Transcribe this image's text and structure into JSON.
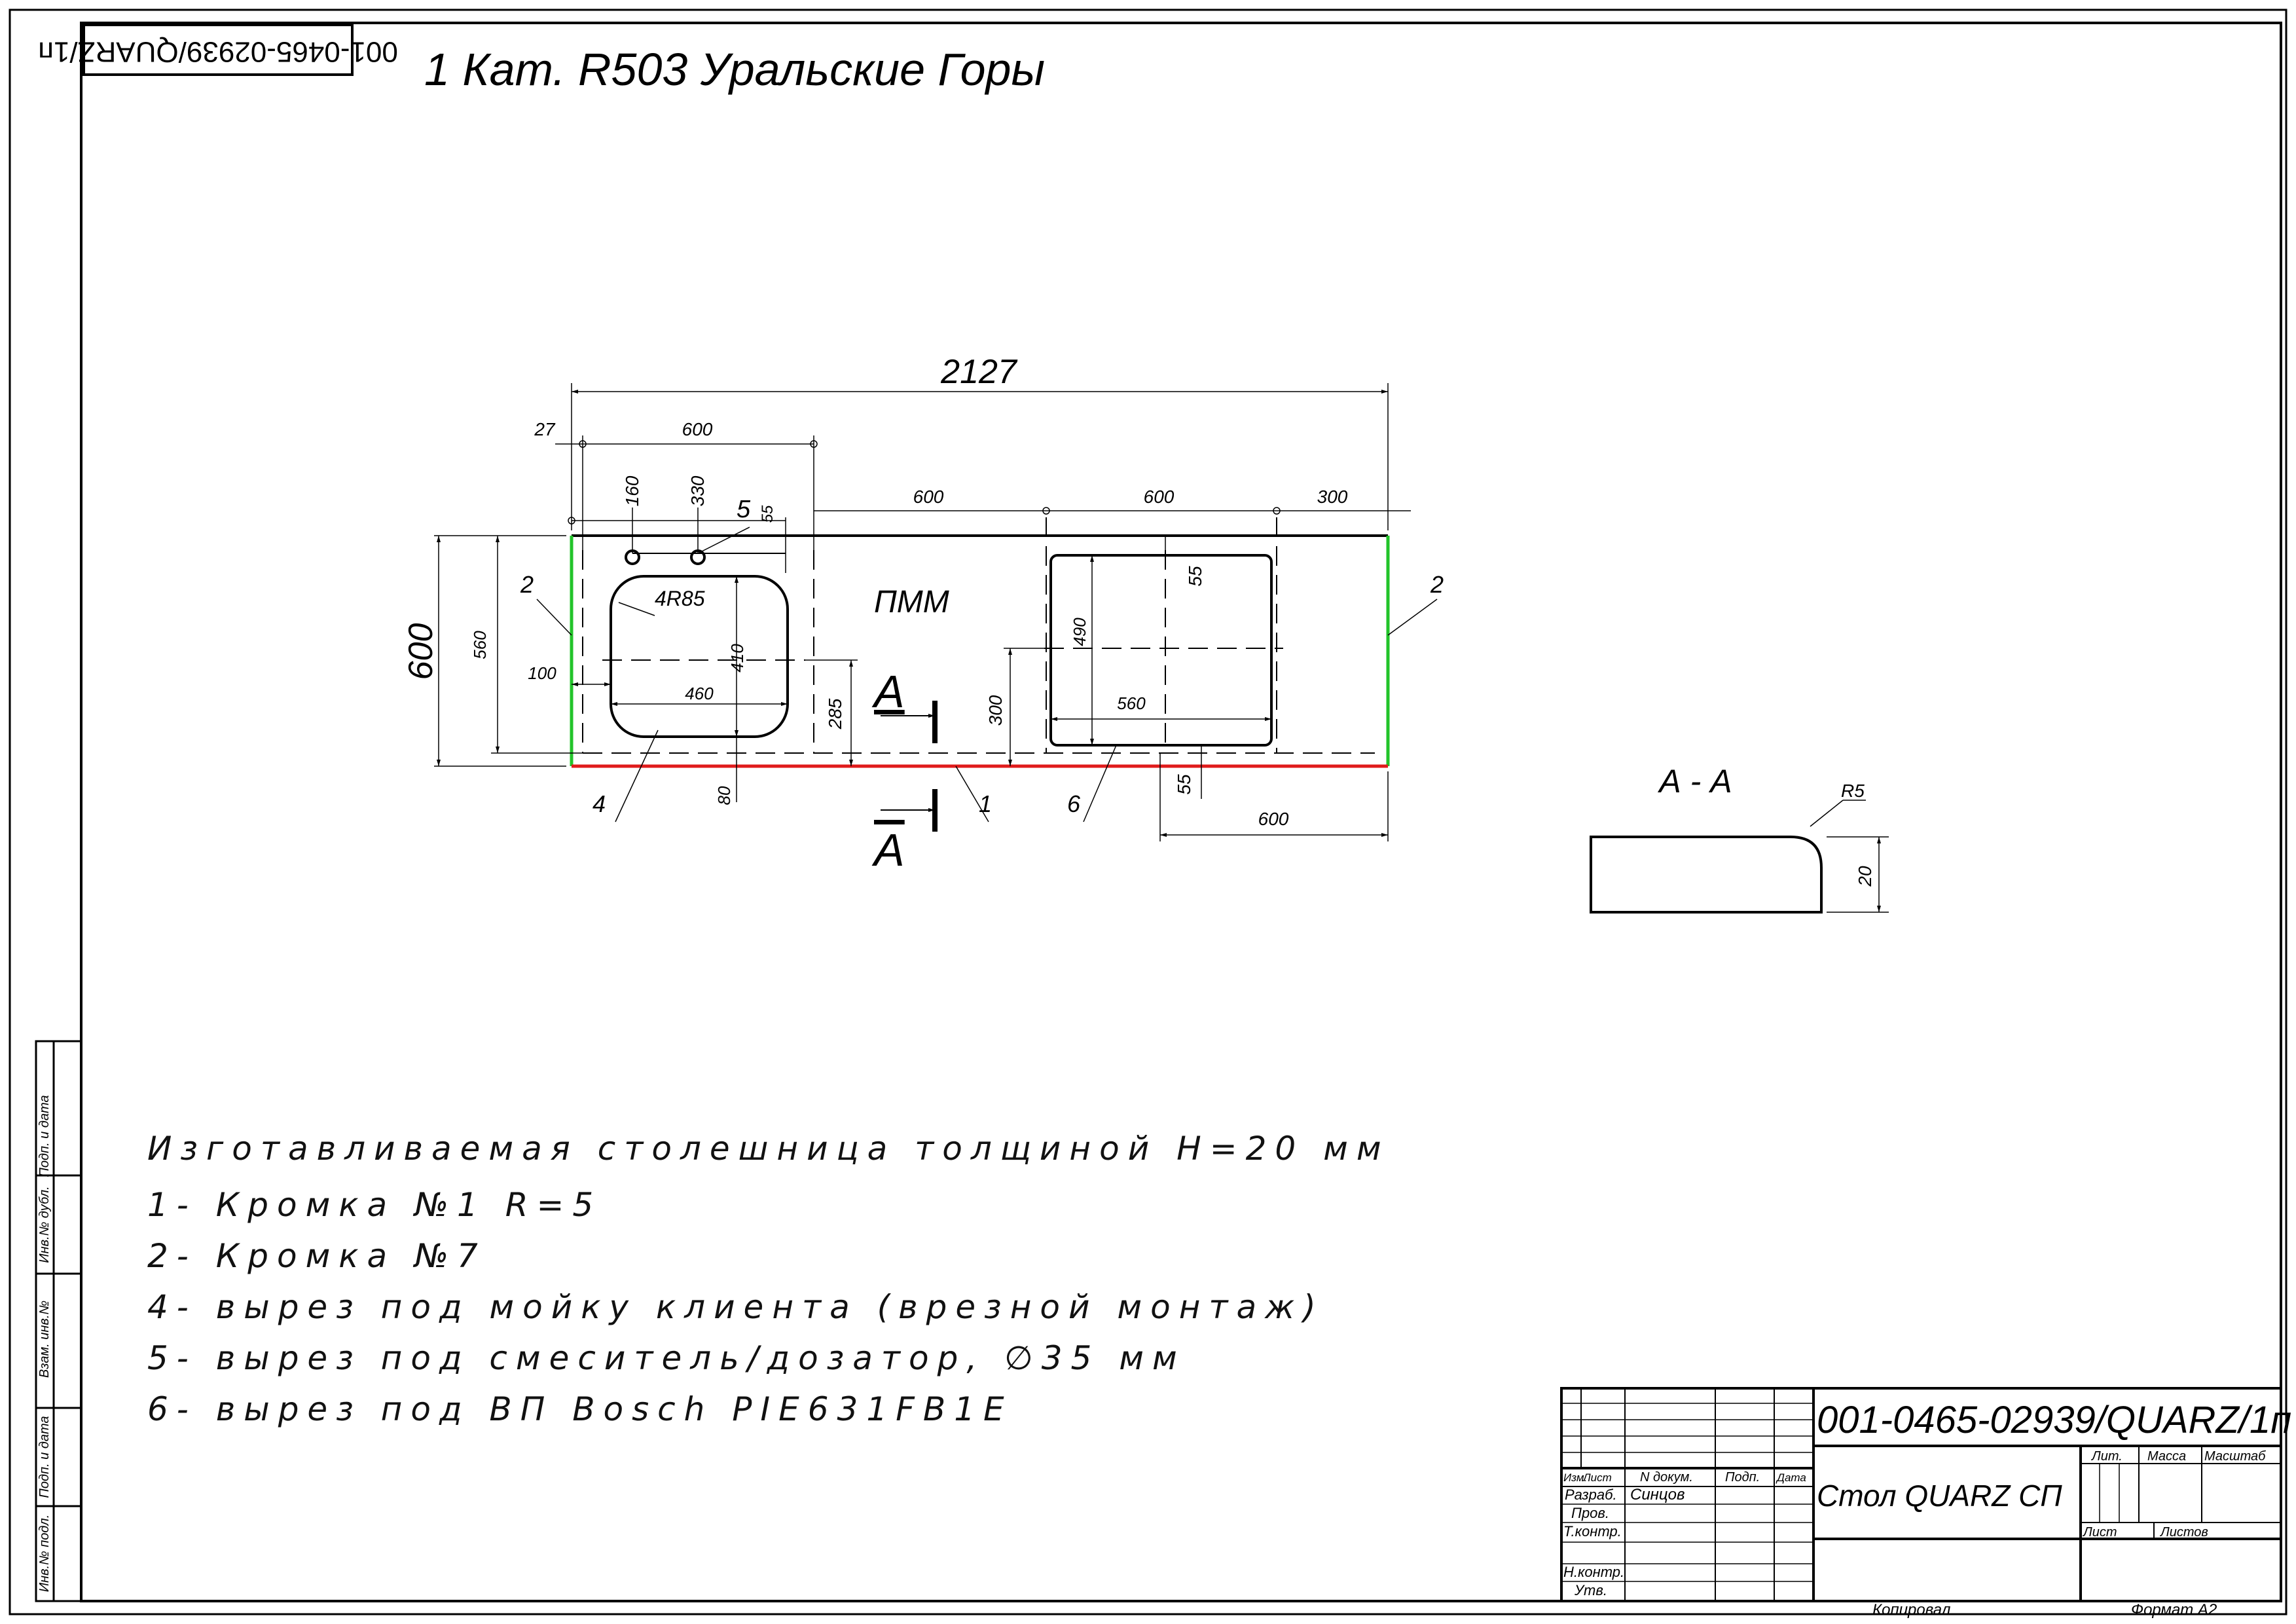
{
  "stamp_code": "001-0465-02939/QUARZ/1п",
  "title": "1 Кат. R503 Уральские Горы",
  "plan": {
    "overall_length": "2127",
    "overall_depth": "600",
    "dims": {
      "d27": "27",
      "d600_sink": "600",
      "d160": "160",
      "d330": "330",
      "d55_top": "55",
      "d600_a": "600",
      "d600_b": "600",
      "d300_top": "300",
      "d560_left": "560",
      "d100": "100",
      "d460": "460",
      "d410": "410",
      "d285": "285",
      "d80": "80",
      "d490": "490",
      "d560_hob": "560",
      "d300_hob": "300",
      "d55_hob": "55",
      "d55_bottom": "55",
      "d600_bottom": "600",
      "sink_radius": "4R85"
    },
    "labels": {
      "pmm": "ПММ",
      "callout_2_left": "2",
      "callout_2_right": "2",
      "callout_5": "5",
      "callout_4": "4",
      "callout_1": "1",
      "callout_6": "6",
      "section_mark_top": "A",
      "section_mark_bottom": "A"
    }
  },
  "section": {
    "title": "А - А",
    "radius": "R5",
    "thickness": "20"
  },
  "notes": [
    "Изготавливаемая столешница толщиной H=20 мм",
    "1- Кромка №1 R=5",
    "2- Кромка №7",
    "4- вырез под мойку  клиента (врезной монтаж)",
    "5- вырез под смеситель/дозатор, ∅35 мм",
    "6- вырез под ВП Bosch PIE631FB1E"
  ],
  "side_strip": [
    "Подп. и дата",
    "Инв.№ дубл.",
    "Взам. инв.№",
    "Подп. и дата",
    "Инв.№ подл."
  ],
  "title_block": {
    "code": "001-0465-02939/QUARZ/1п",
    "name": "Стол QUARZ СП",
    "headers": {
      "izm": "Изм.",
      "list": "Лист",
      "ndoc": "N докум.",
      "podp": "Подп.",
      "data": "Дата"
    },
    "roles": [
      "Разраб.",
      "Пров.",
      "Т.контр.",
      "",
      "Н.контр.",
      "Утв."
    ],
    "developer": "Синцов",
    "lit": "Лит.",
    "massa": "Масса",
    "masshtab": "Масштаб",
    "sheet": "Лист",
    "sheets": "Листов",
    "copied": "Копировал",
    "format": "Формат A2"
  },
  "colors": {
    "edge_green": "#22c42a",
    "edge_red": "#e01b1b",
    "line": "#000000"
  }
}
